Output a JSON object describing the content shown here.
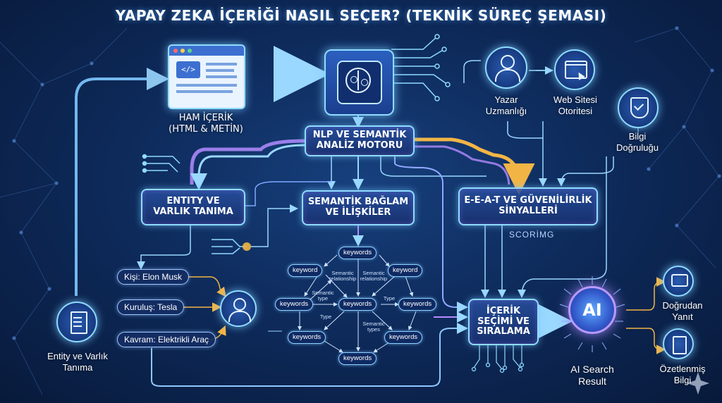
{
  "title": "YAPAY ZEKA İÇERİĞİ NASIL SEÇER? (TEKNİK SÜREÇ ŞEMASI)",
  "raw_content": {
    "line1": "HAM İÇERİK",
    "line2": "(HTML & METİN)"
  },
  "nlp_engine": {
    "line1": "NLP VE SEMANTİK",
    "line2": "ANALİZ MOTORU"
  },
  "entity_box": {
    "line1": "ENTITY VE",
    "line2": "VARLIK TANIMA"
  },
  "semantic_box": {
    "line1": "SEMANTİK BAĞLAM",
    "line2": "VE İLİŞKİLER"
  },
  "eeat_box": {
    "line1": "E-E-A-T VE GÜVENİLİRLİK",
    "line2": "SİNYALLERİ"
  },
  "scoring_label": "SCORİMG",
  "selection_box": {
    "line1": "İÇERİK",
    "line2": "SEÇİMİ VE",
    "line3": "SIRALAMA"
  },
  "author": {
    "line1": "Yazar",
    "line2": "Uzmanlığı"
  },
  "site": {
    "line1": "Web Sitesi",
    "line2": "Otoritesi"
  },
  "accuracy": {
    "line1": "Bilgi",
    "line2": "Doğruluğu"
  },
  "entities": [
    "Kişi: Elon Musk",
    "Kuruluş: Tesla",
    "Kavram: Elektrikli Araç"
  ],
  "entity_doc": {
    "line1": "Entity ve Varlık",
    "line2": "Tanıma"
  },
  "ai_badge": "AI",
  "ai_result": {
    "line1": "AI Search",
    "line2": "Result"
  },
  "direct_answer": {
    "line1": "Doğrudan",
    "line2": "Yanıt"
  },
  "summary": {
    "line1": "Özetlenmiş",
    "line2": "Bilgi"
  },
  "graph": {
    "keywords": [
      "keywords",
      "keyword",
      "keyword",
      "keywords",
      "keywords",
      "keywords",
      "keywords",
      "keywords",
      "keywords"
    ],
    "edge_labels": {
      "semantic_relationship_1": "Semantic relationship",
      "semantic_relationship_2": "Semantic relationship",
      "semantic_type_1": "Semantic type",
      "type_1": "Type",
      "type_2": "Type",
      "semantic_types": "Semantic types"
    }
  },
  "colors": {
    "accent": "#8fdcff",
    "background": "#0e2b5c",
    "flow_orange": "#f2b545",
    "flow_purple": "#b48cff"
  }
}
